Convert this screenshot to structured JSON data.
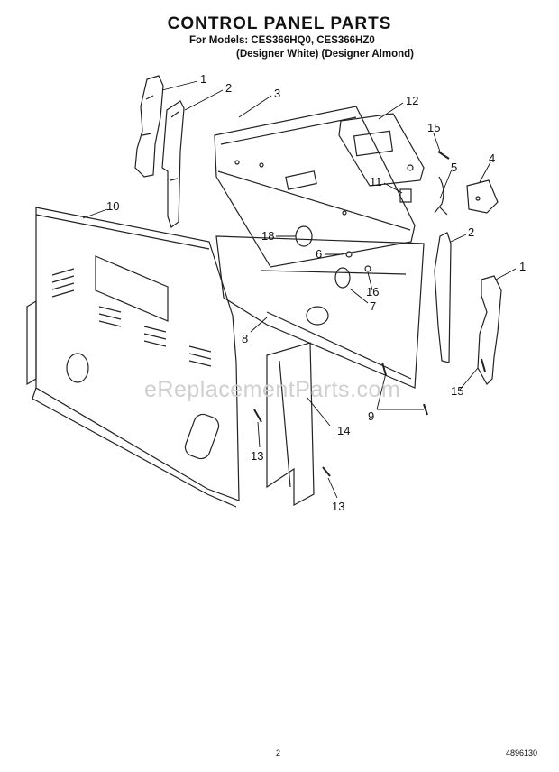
{
  "header": {
    "title": "CONTROL PANEL PARTS",
    "models_line": "For Models: CES366HQ0, CES366HZ0",
    "colors_line": "(Designer White) (Designer Almond)"
  },
  "callouts": {
    "c1a": "1",
    "c2a": "2",
    "c3": "3",
    "c12": "12",
    "c15a": "15",
    "c5": "5",
    "c4": "4",
    "c11": "11",
    "c10": "10",
    "c18": "18",
    "c6": "6",
    "c2b": "2",
    "c1b": "1",
    "c16": "16",
    "c7": "7",
    "c8": "8",
    "c15b": "15",
    "c9": "9",
    "c14": "14",
    "c13a": "13",
    "c13b": "13"
  },
  "watermark": "eReplacementParts.com",
  "footer": {
    "page_number": "2",
    "document_number": "4896130"
  }
}
